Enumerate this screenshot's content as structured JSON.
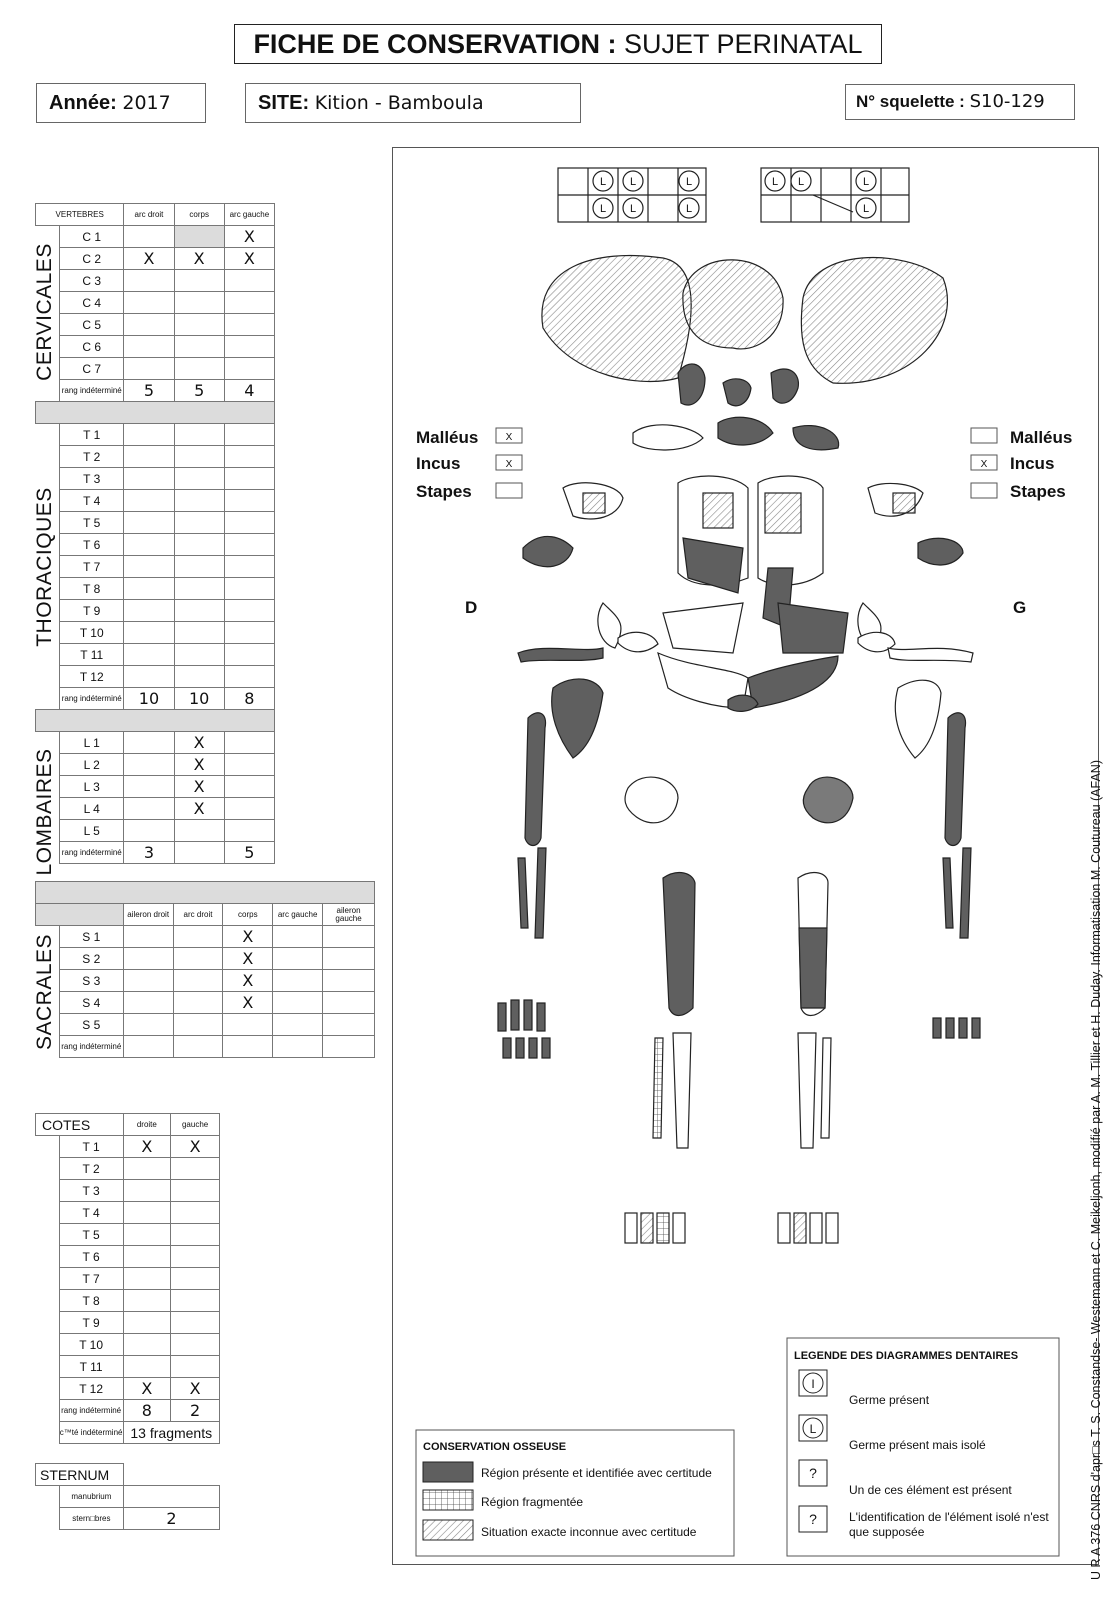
{
  "header": {
    "title_bold": "FICHE DE CONSERVATION :",
    "title_rest": "SUJET PERINATAL",
    "annee_label": "Année:",
    "annee_value": "2017",
    "site_label": "SITE:",
    "site_value": "Kition - Bamboula",
    "squelette_label": "N° squelette :",
    "squelette_value": "S10-129"
  },
  "vertebres": {
    "header": [
      "VERTEBRES",
      "arc droit",
      "corps",
      "arc gauche"
    ],
    "cervicales": {
      "label": "CERVICALES",
      "rows": [
        {
          "name": "C 1",
          "arc_droit": "",
          "corps": "",
          "arc_gauche": "X"
        },
        {
          "name": "C 2",
          "arc_droit": "X",
          "corps": "X",
          "arc_gauche": "X"
        },
        {
          "name": "C 3",
          "arc_droit": "",
          "corps": "",
          "arc_gauche": ""
        },
        {
          "name": "C 4",
          "arc_droit": "",
          "corps": "",
          "arc_gauche": ""
        },
        {
          "name": "C 5",
          "arc_droit": "",
          "corps": "",
          "arc_gauche": ""
        },
        {
          "name": "C 6",
          "arc_droit": "",
          "corps": "",
          "arc_gauche": ""
        },
        {
          "name": "C 7",
          "arc_droit": "",
          "corps": "",
          "arc_gauche": ""
        }
      ],
      "indet": {
        "name": "rang indéterminé",
        "arc_droit": "5",
        "corps": "5",
        "arc_gauche": "4"
      }
    },
    "thoraciques": {
      "label": "THORACIQUES",
      "rows": [
        {
          "name": "T 1"
        },
        {
          "name": "T 2"
        },
        {
          "name": "T 3"
        },
        {
          "name": "T 4"
        },
        {
          "name": "T 5"
        },
        {
          "name": "T 6"
        },
        {
          "name": "T 7"
        },
        {
          "name": "T 8"
        },
        {
          "name": "T 9"
        },
        {
          "name": "T 10"
        },
        {
          "name": "T 11"
        },
        {
          "name": "T 12"
        }
      ],
      "indet": {
        "name": "rang indéterminé",
        "arc_droit": "10",
        "corps": "10",
        "arc_gauche": "8"
      }
    },
    "lombaires": {
      "label": "LOMBAIRES",
      "rows": [
        {
          "name": "L 1",
          "corps": "X"
        },
        {
          "name": "L 2",
          "corps": "X"
        },
        {
          "name": "L 3",
          "corps": "X"
        },
        {
          "name": "L 4",
          "corps": "X"
        },
        {
          "name": "L 5",
          "corps": ""
        }
      ],
      "indet": {
        "name": "rang indéterminé",
        "arc_droit": "3",
        "corps": "",
        "arc_gauche": "5"
      }
    },
    "sacrales": {
      "label": "SACRALES",
      "header": [
        "aileron droit",
        "arc droit",
        "corps",
        "arc gauche",
        "aileron gauche"
      ],
      "rows": [
        {
          "name": "S 1",
          "corps": "X"
        },
        {
          "name": "S 2",
          "corps": "X"
        },
        {
          "name": "S 3",
          "corps": "X"
        },
        {
          "name": "S 4",
          "corps": "X"
        },
        {
          "name": "S 5",
          "corps": ""
        }
      ],
      "indet": {
        "name": "rang indéterminé"
      }
    }
  },
  "cotes": {
    "header": [
      "COTES",
      "droite",
      "gauche"
    ],
    "rows": [
      {
        "name": "T 1",
        "droite": "X",
        "gauche": "X"
      },
      {
        "name": "T 2",
        "droite": "",
        "gauche": ""
      },
      {
        "name": "T 3",
        "droite": "",
        "gauche": ""
      },
      {
        "name": "T 4",
        "droite": "",
        "gauche": ""
      },
      {
        "name": "T 5",
        "droite": "",
        "gauche": ""
      },
      {
        "name": "T 6",
        "droite": "",
        "gauche": ""
      },
      {
        "name": "T 7",
        "droite": "",
        "gauche": ""
      },
      {
        "name": "T 8",
        "droite": "",
        "gauche": ""
      },
      {
        "name": "T 9",
        "droite": "",
        "gauche": ""
      },
      {
        "name": "T 10",
        "droite": "",
        "gauche": ""
      },
      {
        "name": "T 11",
        "droite": "",
        "gauche": ""
      },
      {
        "name": "T 12",
        "droite": "X",
        "gauche": "X"
      }
    ],
    "indet": {
      "name": "rang indéterminé",
      "droite": "8",
      "gauche": "2"
    },
    "cote_indet": {
      "name": "c™té indéterminé",
      "value": "13 fragments"
    }
  },
  "sternum": {
    "label": "STERNUM",
    "rows": [
      {
        "name": "manubrium",
        "value": ""
      },
      {
        "name": "stern□bres",
        "value": "2"
      }
    ]
  },
  "diagram": {
    "left_side": "D",
    "right_side": "G",
    "ossicles_left": [
      {
        "label": "Malléus",
        "mark": "X"
      },
      {
        "label": "Incus",
        "mark": "X"
      },
      {
        "label": "Stapes",
        "mark": ""
      }
    ],
    "ossicles_right": [
      {
        "label": "Malléus",
        "mark": ""
      },
      {
        "label": "Incus",
        "mark": "X"
      },
      {
        "label": "Stapes",
        "mark": ""
      }
    ],
    "tooth_letter": "L"
  },
  "legend_conservation": {
    "title": "CONSERVATION OSSEUSE",
    "items": [
      "Région présente et identifiée avec certitude",
      "Région fragmentée",
      "Situation exacte inconnue avec certitude"
    ]
  },
  "legend_dental": {
    "title": "LEGENDE DES DIAGRAMMES DENTAIRES",
    "items": [
      {
        "symbol": "I",
        "text": "Germe présent"
      },
      {
        "symbol": "L",
        "text": "Germe présent mais isolé"
      },
      {
        "symbol": "?",
        "text": "Un de ces élément est  présent"
      },
      {
        "symbol": "?",
        "text": "L'identification de l'élément isolé n'est que supposée"
      }
    ]
  },
  "credit": "U R A  376 CNRS d'apr□s T. S. Constandse- Westemann et C. Meikeljonh, modifié par A. M. Tillier et H. Duday. Informatisation M. Coutureau (AFAN)",
  "colors": {
    "present": "#5f5f5f",
    "hatch": "#8a8a8a",
    "gray_cell": "#dcdcdc"
  }
}
